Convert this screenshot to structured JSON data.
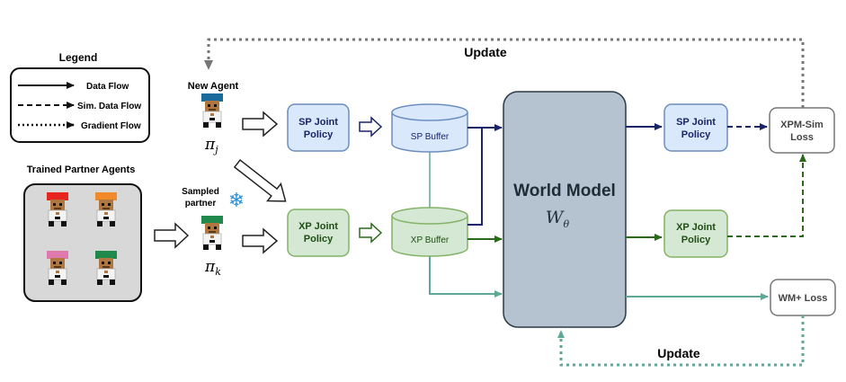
{
  "legend": {
    "title": "Legend",
    "items": [
      {
        "label": "Data Flow",
        "style": "solid"
      },
      {
        "label": "Sim. Data Flow",
        "style": "dashed"
      },
      {
        "label": "Gradient Flow",
        "style": "dotted"
      }
    ]
  },
  "labels": {
    "update_top": "Update",
    "update_bottom": "Update",
    "new_agent": "New Agent",
    "trained_partners": "Trained Partner Agents",
    "sampled_partner_1": "Sampled",
    "sampled_partner_2": "partner",
    "pi_j": "π",
    "pi_j_sub": "j",
    "pi_k": "π",
    "pi_k_sub": "k",
    "sp_joint_policy_1": "SP Joint",
    "sp_joint_policy_2": "Policy",
    "xp_joint_policy_1": "XP Joint",
    "xp_joint_policy_2": "Policy",
    "sp_buffer": "SP Buffer",
    "xp_buffer": "XP Buffer",
    "world_model": "World Model",
    "world_model_symbol": "W",
    "world_model_sub": "θ",
    "sp_joint_policy_out_1": "SP Joint",
    "sp_joint_policy_out_2": "Policy",
    "xp_joint_policy_out_1": "XP Joint",
    "xp_joint_policy_out_2": "Policy",
    "xpm_loss_1": "XPM-Sim",
    "xpm_loss_2": "Loss",
    "wm_loss": "WM+ Loss"
  },
  "icons": {
    "snowflake": "❄"
  },
  "colors": {
    "sp_fill": "#dae8fc",
    "sp_stroke": "#6c8ebf",
    "xp_fill": "#d5e8d4",
    "xp_stroke": "#82b366",
    "world_model_fill": "#b4c3cf",
    "navy": "#1a2466",
    "green": "#2b6a1c",
    "teal": "#5fa897",
    "gray": "#777777"
  }
}
